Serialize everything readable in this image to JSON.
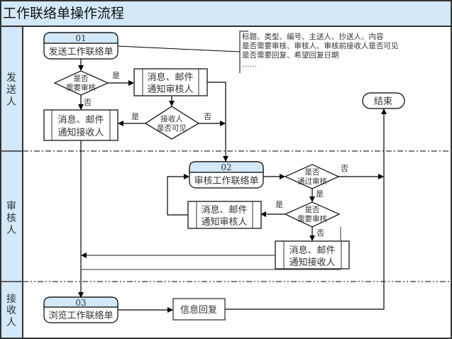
{
  "title": "工作联络单操作流程",
  "colors": {
    "header_fill": "#d3e8f8",
    "line": "#000000",
    "border": "#333333"
  },
  "lanes": [
    {
      "label_chars": [
        "发",
        "送",
        "人"
      ],
      "label": "发送人"
    },
    {
      "label_chars": [
        "审",
        "核",
        "人"
      ],
      "label": "审核人"
    },
    {
      "label_chars": [
        "接",
        "收",
        "人"
      ],
      "label": "接收人"
    }
  ],
  "nodes": {
    "send_form": {
      "number": "01",
      "label": "发送工作联络单"
    },
    "review_form": {
      "number": "02",
      "label": "审核工作联络单"
    },
    "browse_form": {
      "number": "03",
      "label": "浏览工作联络单"
    },
    "notify_reviewer_1": {
      "line1": "消息、邮件",
      "line2": "通知审核人"
    },
    "notify_receiver_1": {
      "line1": "消息、邮件",
      "line2": "通知接收人"
    },
    "notify_reviewer_2": {
      "line1": "消息、邮件",
      "line2": "通知审核人"
    },
    "notify_receiver_2": {
      "line1": "消息、邮件",
      "line2": "通知接收人"
    },
    "decision_need_review_1": {
      "line1": "是否",
      "line2": "需要审核"
    },
    "decision_receiver_visible": {
      "line1": "接收人",
      "line2": "是否可见"
    },
    "decision_pass_review": {
      "line1": "是否",
      "line2": "通过审核"
    },
    "decision_need_review_2": {
      "line1": "是否",
      "line2": "需要审核"
    },
    "reply": {
      "label": "信息回复"
    },
    "end": {
      "label": "结束"
    }
  },
  "annotation": {
    "lines": [
      "标题、类型、编号、主送人、抄送人、内容",
      "是否需要审核、审核人、审核前接收人是否可见",
      "是否需要回复、希望回复日期",
      "……"
    ]
  },
  "edge_labels": {
    "yes": "是",
    "no": "否"
  }
}
